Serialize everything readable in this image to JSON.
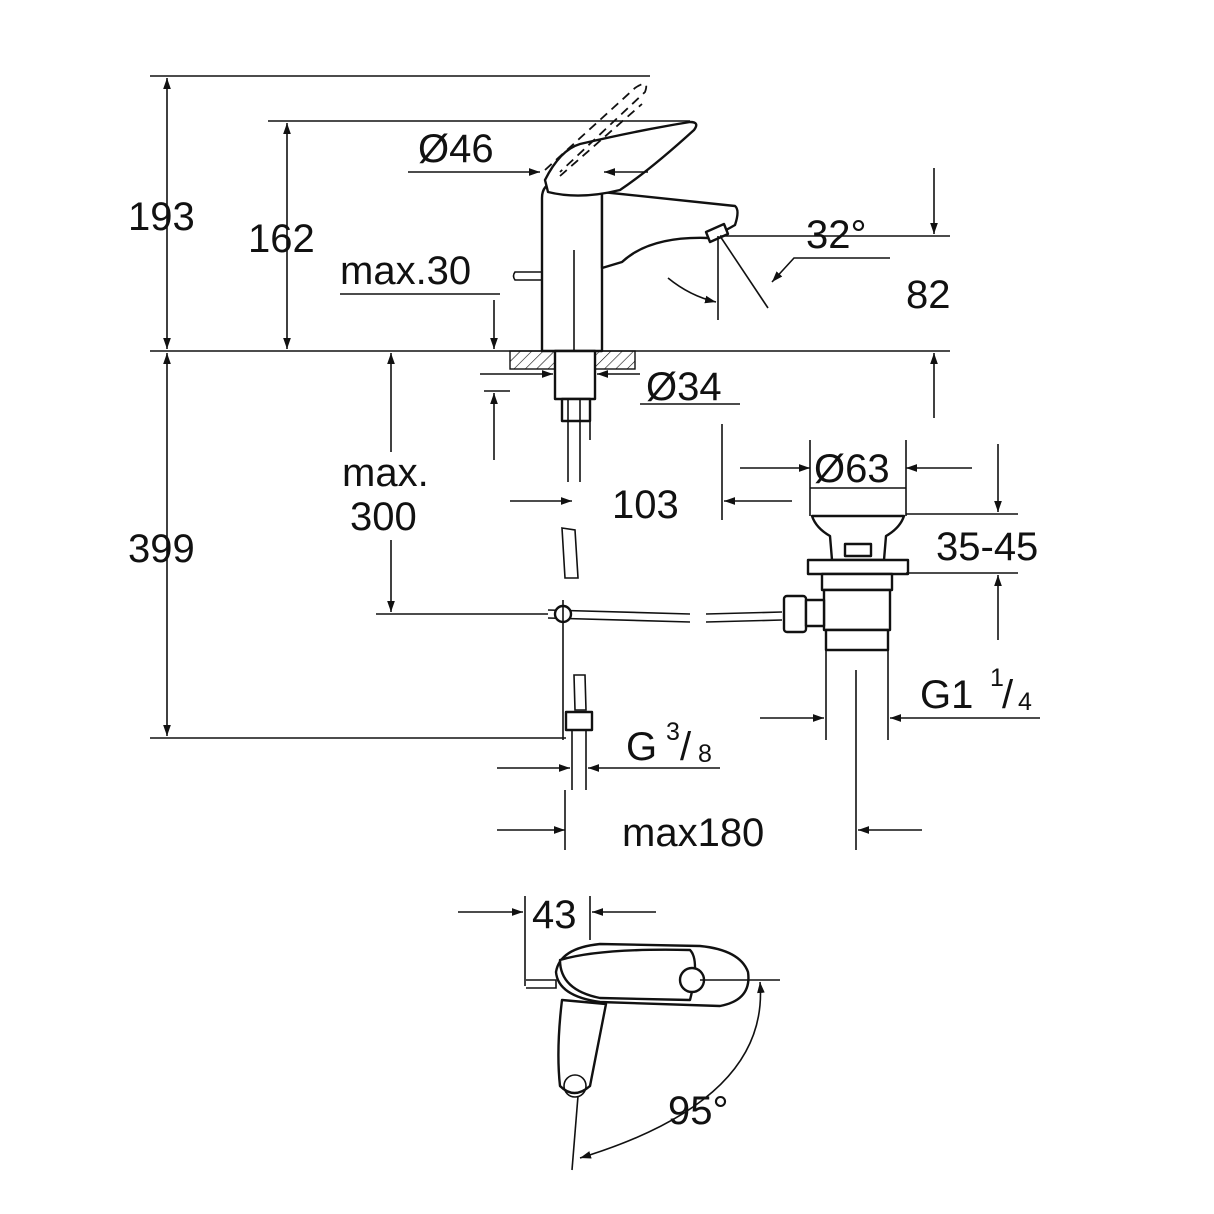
{
  "dimensions": {
    "overall_height": "193",
    "spout_height": "162",
    "handle_diameter": "Ø46",
    "spout_angle": "32°",
    "spout_projection": "82",
    "deck_thickness": "max.30",
    "shank_diameter": "Ø34",
    "below_deck_label_1": "max.",
    "below_deck_label_2": "300",
    "total_below": "399",
    "shank_to_drain": "103",
    "drain_diameter": "Ø63",
    "drain_range": "35-45",
    "inlet_thread_prefix": "G",
    "inlet_thread_num": "3",
    "inlet_thread_den": "8",
    "drain_thread_prefix": "G1",
    "drain_thread_num": "1",
    "drain_thread_den": "4",
    "max_distance": "max180",
    "handle_offset": "43",
    "handle_rotation": "95°"
  }
}
